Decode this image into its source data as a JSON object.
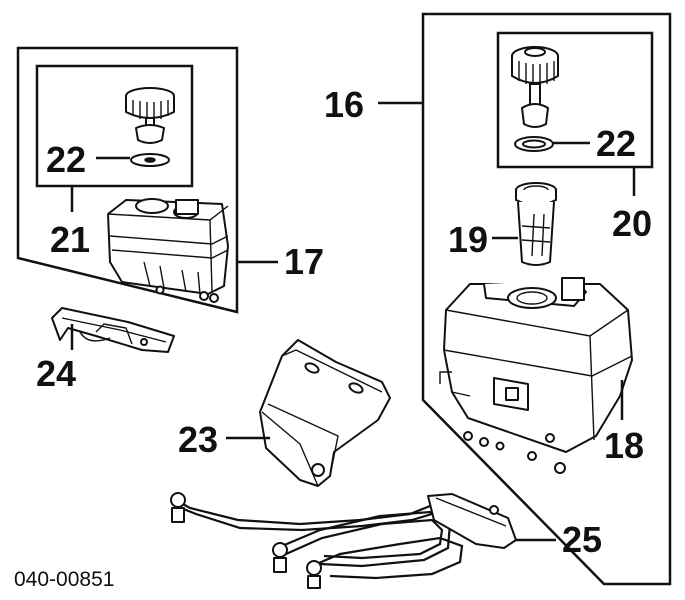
{
  "callouts": {
    "n16": "16",
    "n17": "17",
    "n18": "18",
    "n19": "19",
    "n20": "20",
    "n21": "21",
    "n22_left": "22",
    "n22_right": "22",
    "n23": "23",
    "n24": "24",
    "n25": "25"
  },
  "diagram_number": "040-00851"
}
